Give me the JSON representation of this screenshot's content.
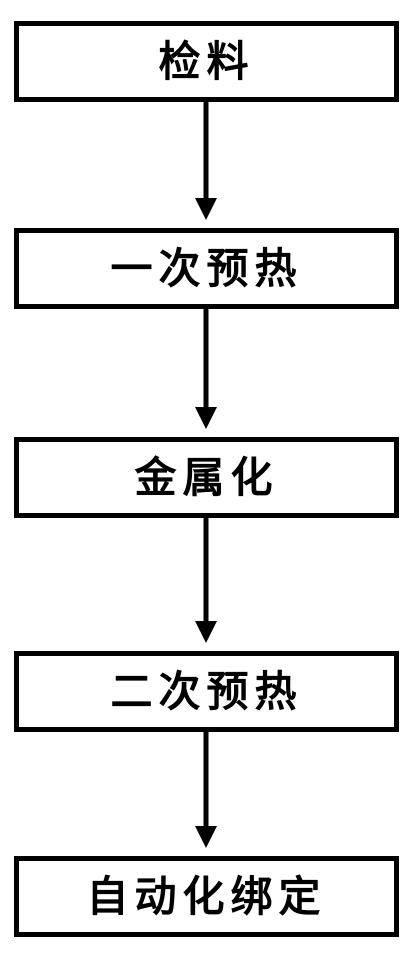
{
  "diagram": {
    "steps": [
      {
        "label": "检料"
      },
      {
        "label": "一次预热"
      },
      {
        "label": "金属化"
      },
      {
        "label": "二次预热"
      },
      {
        "label": "自动化绑定"
      }
    ],
    "colors": {
      "stroke": "#000000",
      "fill": "#ffffff"
    }
  }
}
